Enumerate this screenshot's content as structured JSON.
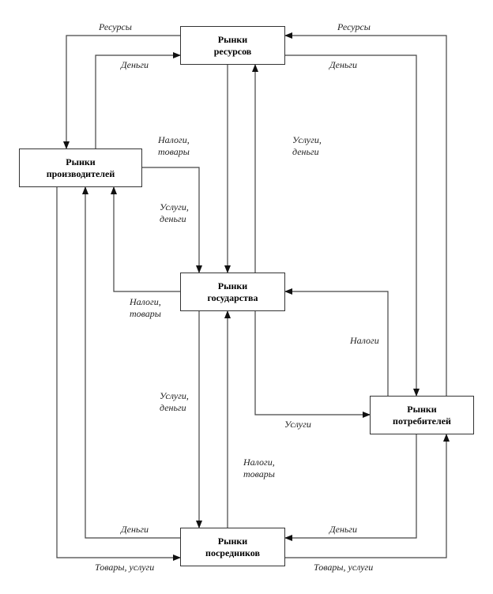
{
  "nodes": {
    "resources": {
      "line1": "Рынки",
      "line2": "ресурсов"
    },
    "producers": {
      "line1": "Рынки",
      "line2": "производителей"
    },
    "state": {
      "line1": "Рынки",
      "line2": "государства"
    },
    "consumers": {
      "line1": "Рынки",
      "line2": "потребителей"
    },
    "intermediaries": {
      "line1": "Рынки",
      "line2": "посредников"
    }
  },
  "labels": {
    "res_to_prod": "Ресурсы",
    "prod_to_res_money": "Деньги",
    "cons_to_res": "Ресурсы",
    "res_to_cons_money": "Деньги",
    "state_res_1": "Услуги,",
    "state_res_2": "деньги",
    "prod_state_taxes_1": "Налоги,",
    "prod_state_taxes_2": "товары",
    "prod_state_serv_1": "Услуги,",
    "prod_state_serv_2": "деньги",
    "state_prod_1": "Налоги,",
    "state_prod_2": "товары",
    "state_int_1": "Услуги,",
    "state_int_2": "деньги",
    "int_state_1": "Налоги,",
    "int_state_2": "товары",
    "cons_state": "Налоги",
    "state_cons": "Услуги",
    "int_prod_money": "Деньги",
    "prod_int_goods": "Товары, услуги",
    "cons_int_money": "Деньги",
    "int_cons_goods": "Товары, услуги"
  }
}
